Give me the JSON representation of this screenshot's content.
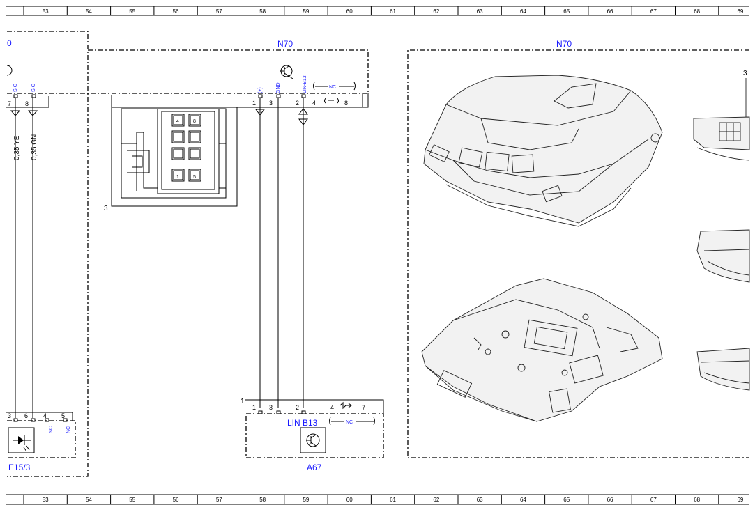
{
  "ruler": {
    "columns": [
      "53",
      "54",
      "55",
      "56",
      "57",
      "58",
      "59",
      "60",
      "61",
      "62",
      "63",
      "64",
      "65",
      "66",
      "67",
      "68",
      "69"
    ]
  },
  "components": {
    "n70_left_label": "N70",
    "n70_right_label": "N70",
    "partial_left_label": "0",
    "a67_label": "A67",
    "e15_3_label": "E15/3"
  },
  "n70_pins": {
    "sig1_label": "SIG",
    "sig2_label": "SIG",
    "pin7": "7",
    "pin8": "8",
    "plus_label": "(+)",
    "gnd_label": "GND",
    "lin_label": "LIN-B13",
    "nc_label": "NC",
    "pin1": "1",
    "pin3": "3",
    "pin2": "2",
    "pin4": "4",
    "pin8b": "8"
  },
  "wires": {
    "wire_ye": "0,35 YE",
    "wire_gn": "0,35 GN"
  },
  "connector": {
    "cells": [
      "4",
      "8",
      "1",
      "5"
    ],
    "ref": "3"
  },
  "a67": {
    "pin1": "1",
    "pin3": "3",
    "pin2": "2",
    "pin4": "4",
    "pin7": "7",
    "lin_label": "LIN B13",
    "nc_label": "NC",
    "corner_ref": "1"
  },
  "e15_3": {
    "pin3": "3",
    "pin6": "6",
    "pin4": "4",
    "pin5": "5",
    "nc1": "NC",
    "nc2": "NC"
  },
  "photo_refs": {
    "ref3": "3"
  }
}
